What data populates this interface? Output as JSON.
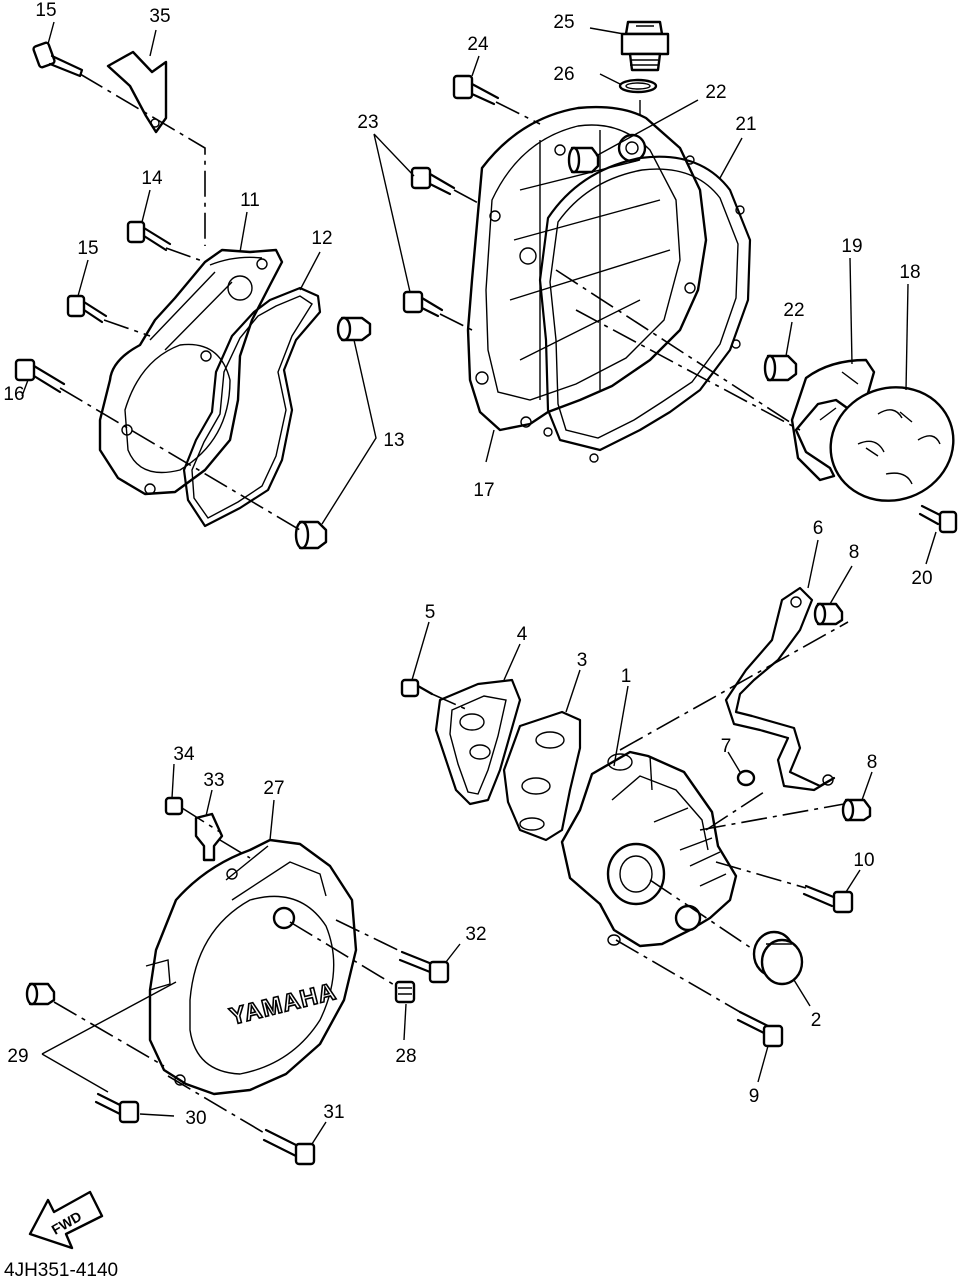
{
  "diagram": {
    "brand_text": "YAMAHA",
    "direction_text": "FWD",
    "drawing_code": "4JH351-4140",
    "callouts": {
      "c1": "1",
      "c2": "2",
      "c3": "3",
      "c4": "4",
      "c5": "5",
      "c6": "6",
      "c7": "7",
      "c8a": "8",
      "c8b": "8",
      "c9": "9",
      "c10": "10",
      "c11": "11",
      "c12": "12",
      "c13": "13",
      "c14": "14",
      "c15a": "15",
      "c15b": "15",
      "c16": "16",
      "c17": "17",
      "c18": "18",
      "c19": "19",
      "c20": "20",
      "c21": "21",
      "c22a": "22",
      "c22b": "22",
      "c23": "23",
      "c24": "24",
      "c25": "25",
      "c26": "26",
      "c27": "27",
      "c28": "28",
      "c29": "29",
      "c30": "30",
      "c31": "31",
      "c32": "32",
      "c33": "33",
      "c34": "34",
      "c35": "35"
    }
  }
}
